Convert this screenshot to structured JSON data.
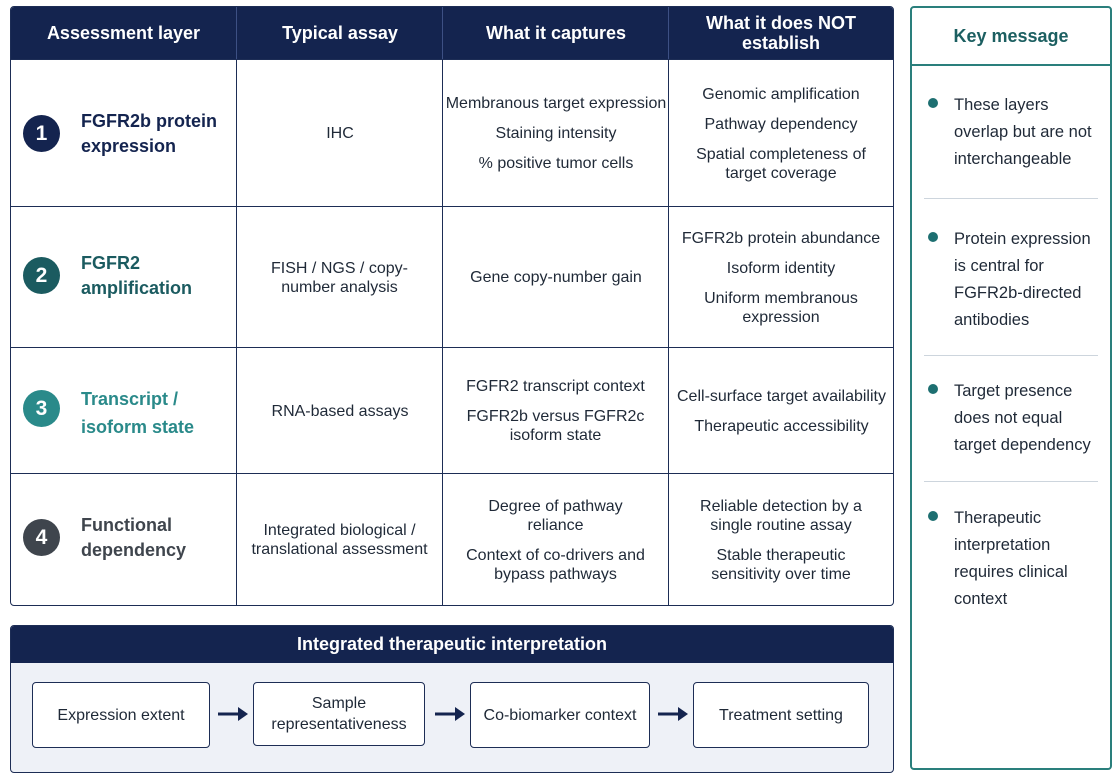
{
  "table": {
    "headers": [
      "Assessment layer",
      "Typical assay",
      "What it captures",
      "What it does NOT establish"
    ],
    "rows": [
      {
        "number": "1",
        "layer": "FGFR2b protein expression",
        "assay": "IHC",
        "captures": [
          "Membranous target expression",
          "Staining intensity",
          "% positive tumor cells"
        ],
        "not_established": [
          "Genomic amplification",
          "Pathway dependency",
          "Spatial completeness of target coverage"
        ],
        "color": "#14244f"
      },
      {
        "number": "2",
        "layer": "FGFR2 amplification",
        "assay": "FISH / NGS / copy-number analysis",
        "captures": [
          "Gene copy-number gain"
        ],
        "not_established": [
          "FGFR2b protein abundance",
          "Isoform identity",
          "Uniform membranous expression"
        ],
        "color": "#1b5b60"
      },
      {
        "number": "3",
        "layer": "Transcript / isoform state",
        "assay": "RNA-based assays",
        "captures": [
          "FGFR2 transcript context",
          "FGFR2b versus FGFR2c isoform state"
        ],
        "not_established": [
          "Cell-surface target availability",
          "Therapeutic accessibility"
        ],
        "color": "#2a8a8a"
      },
      {
        "number": "4",
        "layer": "Functional dependency",
        "assay": "Integrated biological / translational assessment",
        "captures": [
          "Degree of pathway reliance",
          "Context of co-drivers and bypass pathways"
        ],
        "not_established": [
          "Reliable detection by a single routine assay",
          "Stable therapeutic sensitivity over time"
        ],
        "color": "#3f454d"
      }
    ]
  },
  "flow": {
    "title": "Integrated therapeutic interpretation",
    "steps": [
      "Expression extent",
      "Sample representativeness",
      "Co-biomarker context",
      "Treatment setting"
    ]
  },
  "key": {
    "title": "Key message",
    "items": [
      "These layers overlap but are not interchangeable",
      "Protein expression is central for FGFR2b-directed antibodies",
      "Target presence does not equal target dependency",
      "Therapeutic interpretation requires clinical context"
    ]
  }
}
